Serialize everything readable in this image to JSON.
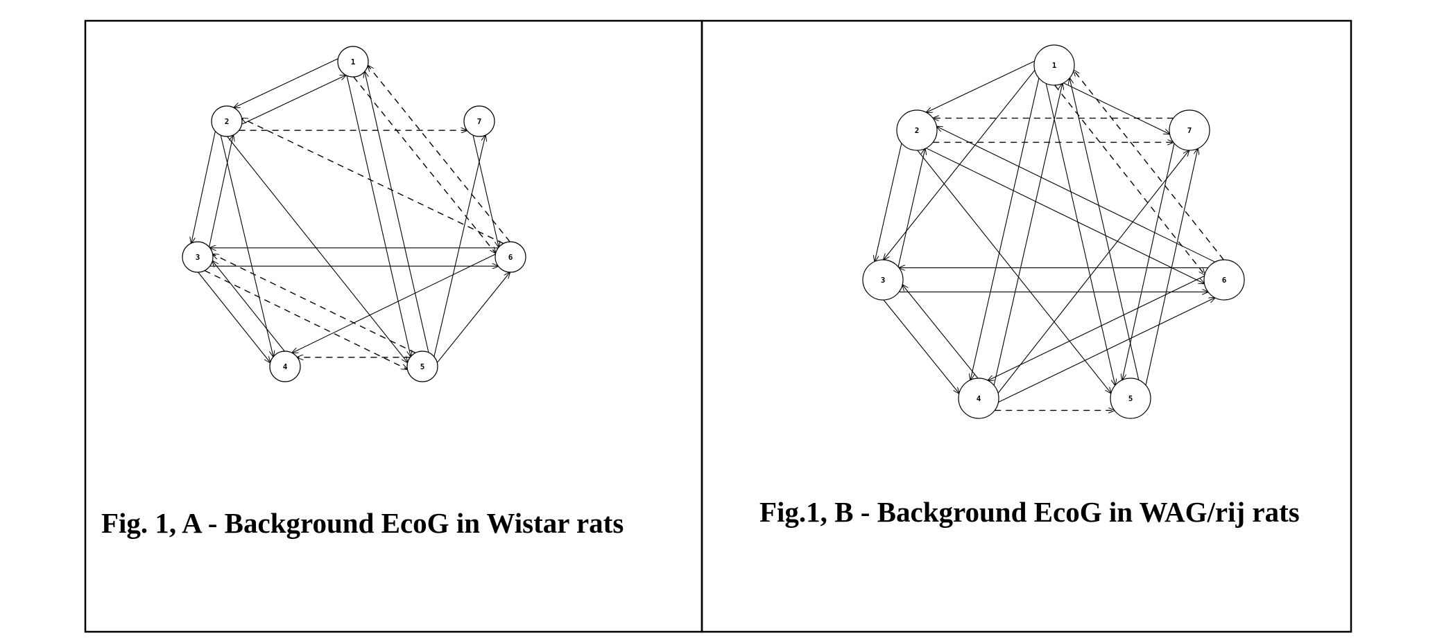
{
  "panels": [
    {
      "id": "A",
      "caption": "Fig. 1, A - Background EcoG in Wistar rats",
      "nodes": [
        "1",
        "2",
        "3",
        "4",
        "5",
        "6",
        "7"
      ],
      "edges": [
        [
          "1",
          "2",
          "solid"
        ],
        [
          "2",
          "1",
          "solid"
        ],
        [
          "1",
          "5",
          "solid"
        ],
        [
          "5",
          "1",
          "solid"
        ],
        [
          "2",
          "3",
          "solid"
        ],
        [
          "3",
          "2",
          "solid"
        ],
        [
          "2",
          "4",
          "solid"
        ],
        [
          "2",
          "5",
          "solid"
        ],
        [
          "6",
          "3",
          "solid"
        ],
        [
          "3",
          "6",
          "solid"
        ],
        [
          "3",
          "4",
          "solid"
        ],
        [
          "4",
          "3",
          "solid"
        ],
        [
          "6",
          "4",
          "solid"
        ],
        [
          "5",
          "6",
          "solid"
        ],
        [
          "5",
          "7",
          "solid"
        ],
        [
          "7",
          "6",
          "solid"
        ],
        [
          "2",
          "7",
          "dashed"
        ],
        [
          "1",
          "6",
          "dashed"
        ],
        [
          "6",
          "1",
          "dashed"
        ],
        [
          "6",
          "2",
          "dashed"
        ],
        [
          "3",
          "5",
          "dashed"
        ],
        [
          "5",
          "3",
          "dashed"
        ],
        [
          "5",
          "4",
          "dashed"
        ]
      ]
    },
    {
      "id": "B",
      "caption": "Fig.1, B - Background EcoG in WAG/rij rats",
      "nodes": [
        "1",
        "2",
        "3",
        "4",
        "5",
        "6",
        "7"
      ],
      "edges": [
        [
          "1",
          "2",
          "solid"
        ],
        [
          "1",
          "3",
          "solid"
        ],
        [
          "1",
          "4",
          "solid"
        ],
        [
          "4",
          "1",
          "solid"
        ],
        [
          "1",
          "5",
          "solid"
        ],
        [
          "5",
          "1",
          "solid"
        ],
        [
          "1",
          "7",
          "solid"
        ],
        [
          "2",
          "3",
          "solid"
        ],
        [
          "3",
          "2",
          "solid"
        ],
        [
          "2",
          "5",
          "solid"
        ],
        [
          "2",
          "6",
          "solid"
        ],
        [
          "6",
          "2",
          "solid"
        ],
        [
          "6",
          "3",
          "solid"
        ],
        [
          "3",
          "6",
          "solid"
        ],
        [
          "3",
          "4",
          "solid"
        ],
        [
          "4",
          "3",
          "solid"
        ],
        [
          "6",
          "4",
          "solid"
        ],
        [
          "4",
          "6",
          "solid"
        ],
        [
          "4",
          "7",
          "solid"
        ],
        [
          "7",
          "5",
          "solid"
        ],
        [
          "5",
          "7",
          "solid"
        ],
        [
          "7",
          "2",
          "dashed"
        ],
        [
          "2",
          "7",
          "dashed"
        ],
        [
          "6",
          "1",
          "dashed"
        ],
        [
          "1",
          "6",
          "dashed"
        ],
        [
          "4",
          "5",
          "dashed"
        ]
      ]
    }
  ]
}
